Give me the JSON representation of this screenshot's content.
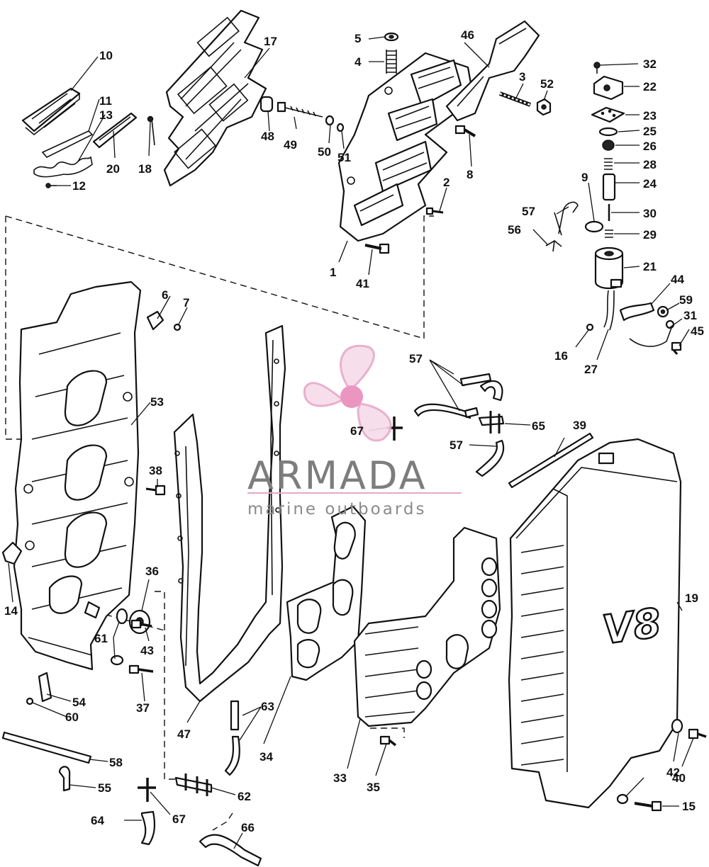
{
  "watermark": {
    "brand": "ARMADA",
    "tagline": "marine outboards",
    "logo_color": "#e6a9c8",
    "logo_center_color": "#e98bbb",
    "icon": "propeller-logo-icon"
  },
  "cover_badge": "V8",
  "callouts": {
    "c1": "1",
    "c2": "2",
    "c3": "3",
    "c4": "4",
    "c5": "5",
    "c6": "6",
    "c7": "7",
    "c8": "8",
    "c9": "9",
    "c10": "10",
    "c11": "11",
    "c12": "12",
    "c13": "13",
    "c14": "14",
    "c15": "15",
    "c16": "16",
    "c17": "17",
    "c18": "18",
    "c19": "19",
    "c20": "20",
    "c21": "21",
    "c22": "22",
    "c23": "23",
    "c24": "24",
    "c25": "25",
    "c26": "26",
    "c27": "27",
    "c28": "28",
    "c29": "29",
    "c30": "30",
    "c31": "31",
    "c32": "32",
    "c33": "33",
    "c34": "34",
    "c35": "35",
    "c36": "36",
    "c37": "37",
    "c38": "38",
    "c39": "39",
    "c40": "40",
    "c41": "41",
    "c42": "42",
    "c43": "43",
    "c44": "44",
    "c45": "45",
    "c46": "46",
    "c47": "47",
    "c48": "48",
    "c49": "49",
    "c50": "50",
    "c51": "51",
    "c52": "52",
    "c53": "53",
    "c54": "54",
    "c55": "55",
    "c56": "56",
    "c57a": "57",
    "c57b": "57",
    "c57c": "57",
    "c58": "58",
    "c59": "59",
    "c60": "60",
    "c61": "61",
    "c62": "62",
    "c63": "63",
    "c64": "64",
    "c65": "65",
    "c66": "66",
    "c67a": "67",
    "c67b": "67"
  }
}
